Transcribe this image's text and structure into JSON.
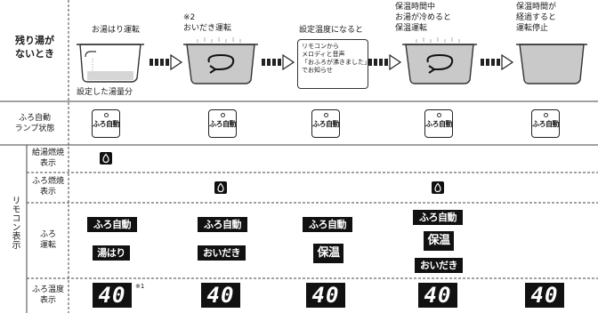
{
  "left_header": {
    "line1": "残り湯が",
    "line2": "ないとき"
  },
  "columns": [
    {
      "title_lines": [
        "お湯はり運転"
      ]
    },
    {
      "title_lines": [
        "※2",
        "おいだき運転"
      ]
    },
    {
      "title_lines": [
        "設定温度になると"
      ]
    },
    {
      "title_lines": [
        "保温時間中",
        "お湯が冷めると",
        "保温運転"
      ]
    },
    {
      "title_lines": [
        "保温時間が",
        "経過すると",
        "運転停止"
      ]
    }
  ],
  "tub_caption": "設定した湯量分",
  "message_box": {
    "lines": [
      "リモコンから",
      "メロディと音声",
      "「おふろが沸きました」",
      "でお知らせ"
    ]
  },
  "rows": {
    "lamp": {
      "label_lines": [
        "ふろ自動",
        "ランプ状態"
      ],
      "lamp_text": "ふろ自動"
    },
    "remote_group_label": "リモコン表示",
    "supply": {
      "label_lines": [
        "給湯燃焼",
        "表示"
      ]
    },
    "bath_burn": {
      "label_lines": [
        "ふろ燃焼",
        "表示"
      ]
    },
    "bath_op": {
      "label_lines": [
        "ふろ",
        "運転"
      ]
    },
    "bath_temp": {
      "label_lines": [
        "ふろ温度",
        "表示"
      ]
    }
  },
  "badges": {
    "col1": [
      "ふろ自動",
      "湯はり"
    ],
    "col2": [
      "ふろ自動",
      "おいだき"
    ],
    "col3": [
      "ふろ自動",
      "保温"
    ],
    "col4": [
      "ふろ自動",
      "保温",
      "おいだき"
    ]
  },
  "temperature_value": "40",
  "footnote_mark": "※1",
  "icons": [
    "tub-icon",
    "arrow-right-icon",
    "flame-icon",
    "lamp-icon"
  ]
}
